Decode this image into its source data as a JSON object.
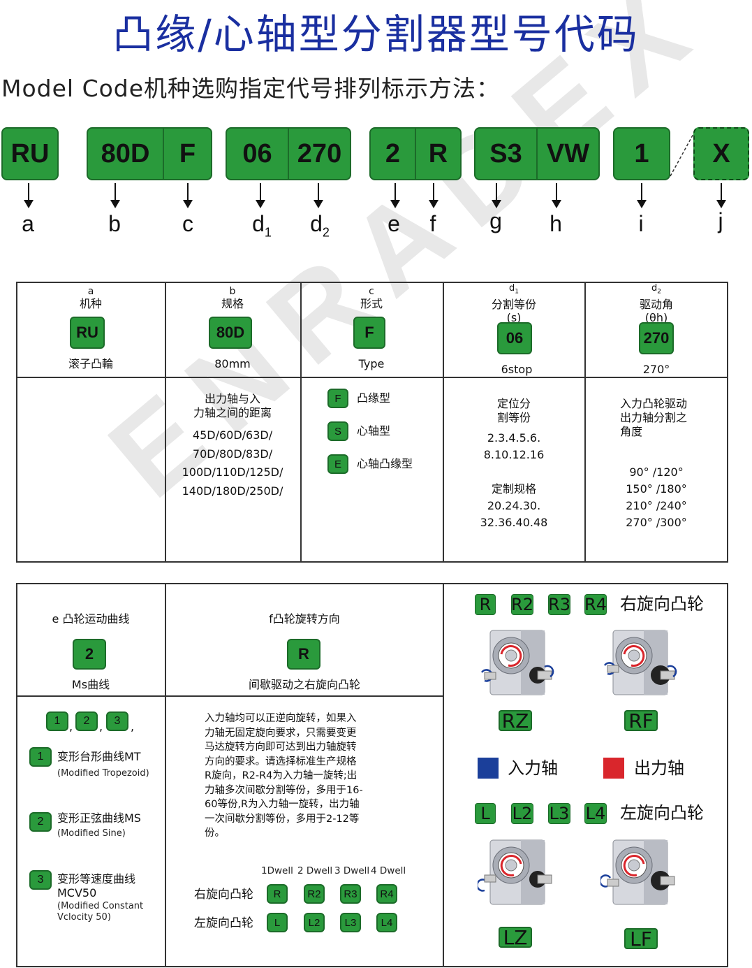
{
  "title": "凸缘/心轴型分割器型号代码",
  "subtitle": "Model Code机种选购指定代号排列标示方法：",
  "code_boxes": {
    "ru": "RU",
    "b1": "80D",
    "b2": "F",
    "c1": "06",
    "c2": "270",
    "d1": "2",
    "d2": "R",
    "e1": "S3",
    "e2": "VW",
    "f1": "1",
    "x": "X"
  },
  "letters": {
    "a": "a",
    "b": "b",
    "c": "c",
    "d": "d",
    "d1sub": "1",
    "d2sub": "2",
    "e": "e",
    "f": "f",
    "g": "g",
    "h": "h",
    "i": "i",
    "j": "j"
  },
  "table1": {
    "a": {
      "letter": "a",
      "name": "机种",
      "code": "RU",
      "desc": "滚子凸輪"
    },
    "b": {
      "letter": "b",
      "name": "规格",
      "code": "80D",
      "desc": "80mm",
      "detail_title": [
        "出力轴与入",
        "力轴之间的距离"
      ],
      "sizes": [
        "45D/60D/63D/",
        "70D/80D/83D/",
        "100D/110D/125D/",
        "140D/180D/250D/"
      ]
    },
    "c": {
      "letter": "c",
      "name": "形式",
      "code": "F",
      "desc": "Type",
      "options": [
        {
          "code": "F",
          "label": "凸缘型"
        },
        {
          "code": "S",
          "label": "心轴型"
        },
        {
          "code": "E",
          "label": "心轴凸缘型"
        }
      ]
    },
    "d1": {
      "letter": "d",
      "sub": "1",
      "name": "分割等份",
      "paren": "(s)",
      "code": "06",
      "desc": "6stop",
      "lines": [
        "定位分",
        "割等份",
        "2.3.4.5.6.",
        "8.10.12.16",
        "定制规格",
        "20.24.30.",
        "32.36.40.48"
      ]
    },
    "d2": {
      "letter": "d",
      "sub": "2",
      "name": "驱动角",
      "paren": "(θh)",
      "code": "270",
      "desc": "270°",
      "lines": [
        "入力凸轮驱动",
        "出力轴分割之",
        "角度",
        "90° /120°",
        "150° /180°",
        "210° /240°",
        "270° /300°"
      ]
    }
  },
  "table2": {
    "e": {
      "header": "e 凸轮运动曲线",
      "code": "2",
      "desc": "Ms曲线",
      "nums": [
        "1",
        "2",
        "3"
      ],
      "sep": ",",
      "curves": [
        {
          "num": "1",
          "title": "变形台形曲线MT",
          "en": "(Modified Tropezoid)"
        },
        {
          "num": "2",
          "title": "变形正弦曲线MS",
          "en": "(Modified Sine)"
        },
        {
          "num": "3",
          "title": "变形等速度曲线",
          "title2": "MCV50",
          "en": "(Modified Constant",
          "en2": "Vclocity 50)"
        }
      ]
    },
    "f": {
      "header": "f凸轮旋转方向",
      "code": "R",
      "desc": "间歇驱动之右旋向凸轮",
      "paragraph": [
        "入力轴均可以正逆向旋转，如果入",
        "力轴无固定旋向要求，只需要变更",
        "马达旋转方向即可达到出力轴旋转",
        "方向的要求。请选择标准生产规格",
        "R旋向，R2-R4为入力轴一旋转;出",
        "力轴多次间歇分割等份，多用于16-",
        "60等份,R为入力轴一旋转，出力轴",
        "一次间歇分割等份，多用于2-12等",
        "份。"
      ],
      "dwell_headers": [
        "1Dwell",
        "2 Dwell",
        "3 Dwell",
        "4 Dwell"
      ],
      "right_label": "右旋向凸轮",
      "left_label": "左旋向凸轮",
      "right_codes": [
        "R",
        "R2",
        "R3",
        "R4"
      ],
      "left_codes": [
        "L",
        "L2",
        "L3",
        "L4"
      ]
    },
    "side": {
      "right_codes": [
        "R",
        "R2",
        "R3",
        "R4"
      ],
      "right_label": "右旋向凸轮",
      "rz": "RZ",
      "rf": "RF",
      "input_label": "入力轴",
      "output_label": "出力轴",
      "left_codes": [
        "L",
        "L2",
        "L3",
        "L4"
      ],
      "left_label": "左旋向凸轮",
      "lz": "LZ",
      "lf": "LF",
      "input_color": "#1b3f9a",
      "output_color": "#d9262c"
    }
  },
  "watermark": "ENRADEX",
  "colors": {
    "green": "#2a9a3c",
    "title_blue": "#1a2fa0"
  }
}
